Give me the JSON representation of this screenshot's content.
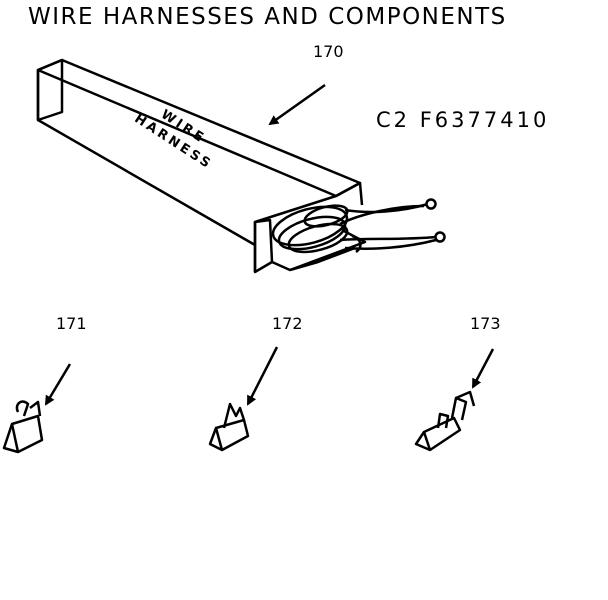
{
  "title": "WIRE HARNESSES AND COMPONENTS",
  "part_code": "C2 F6377410",
  "box_label_line1": "WIRE",
  "box_label_line2": "HARNESS",
  "callouts": [
    "170",
    "171",
    "172",
    "173"
  ]
}
